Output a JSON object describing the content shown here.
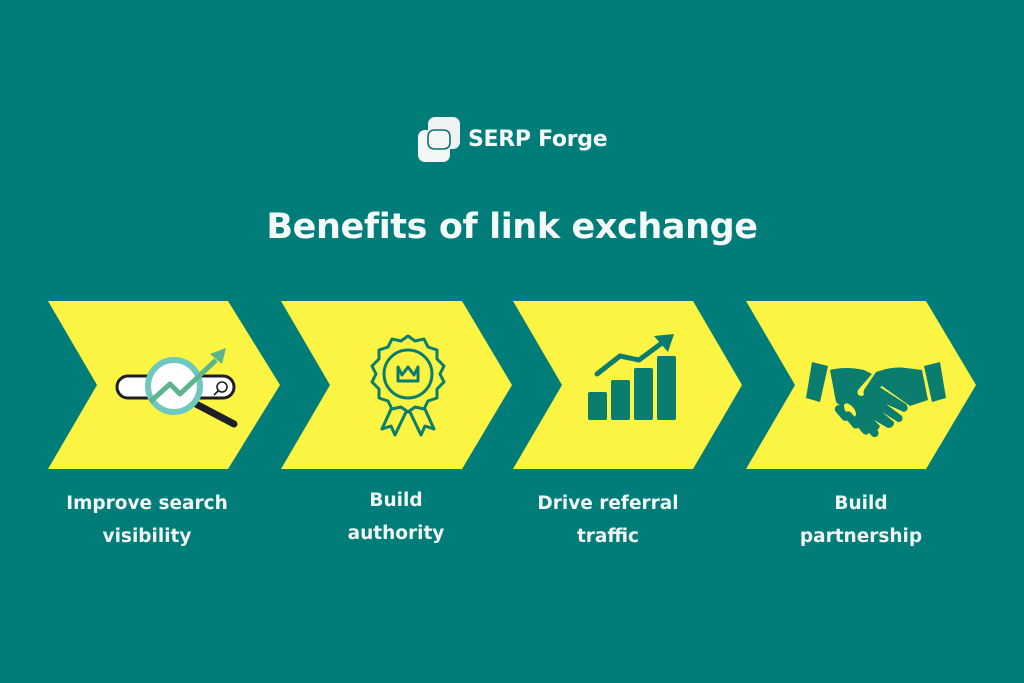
{
  "brand": {
    "name": "SERP Forge",
    "logo_icon": "overlapping-squares-icon"
  },
  "title": "Benefits of link exchange",
  "colors": {
    "background": "#007d78",
    "chevron": "#fbf443",
    "icon_stroke": "#0b7d6e",
    "text": "#f4fafa"
  },
  "steps": [
    {
      "label_line1": "Improve search",
      "label_line2": "visibility",
      "icon": "search-growth-magnifier-icon"
    },
    {
      "label_line1": "Build",
      "label_line2": "authority",
      "icon": "award-badge-crown-icon"
    },
    {
      "label_line1": "Drive referral",
      "label_line2": "traffic",
      "icon": "bar-chart-trend-up-icon"
    },
    {
      "label_line1": "Build",
      "label_line2": "partnership",
      "icon": "handshake-icon"
    }
  ]
}
